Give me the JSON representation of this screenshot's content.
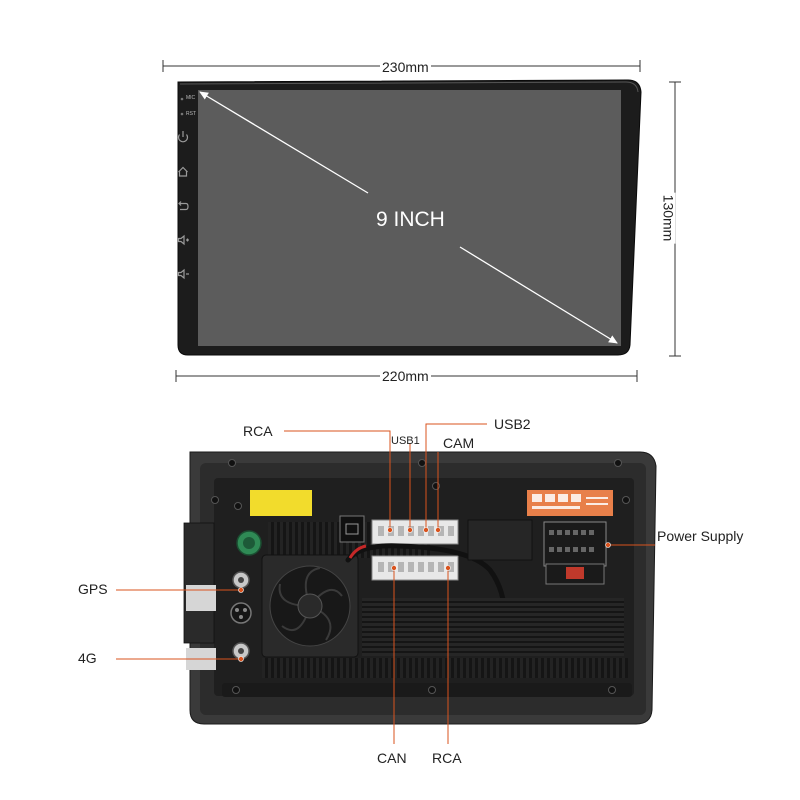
{
  "dimensions": {
    "top_width": "230mm",
    "bottom_width": "220mm",
    "height": "130mm",
    "screen_size": "9 INCH"
  },
  "side_buttons": [
    {
      "label": "MIC",
      "icon": "mic-dot"
    },
    {
      "label": "RST",
      "icon": "reset-dot"
    },
    {
      "label": "",
      "icon": "power-icon"
    },
    {
      "label": "",
      "icon": "home-icon"
    },
    {
      "label": "",
      "icon": "back-icon"
    },
    {
      "label": "",
      "icon": "volume-up-icon"
    },
    {
      "label": "",
      "icon": "volume-down-icon"
    }
  ],
  "ports": {
    "rca_top": "RCA",
    "usb1": "USB1",
    "usb2": "USB2",
    "cam": "CAM",
    "power_supply": "Power Supply",
    "gps": "GPS",
    "four_g": "4G",
    "can": "CAN",
    "rca_bottom": "RCA"
  },
  "colors": {
    "callout_line": "#d9531e",
    "bezel": "#1c1c1c",
    "screen": "#5c5c5c",
    "back_panel": "#2c2c2c",
    "sticker_yellow": "#f2dc2c",
    "sticker_orange": "#e8804a",
    "green_port": "#2f8a55"
  }
}
